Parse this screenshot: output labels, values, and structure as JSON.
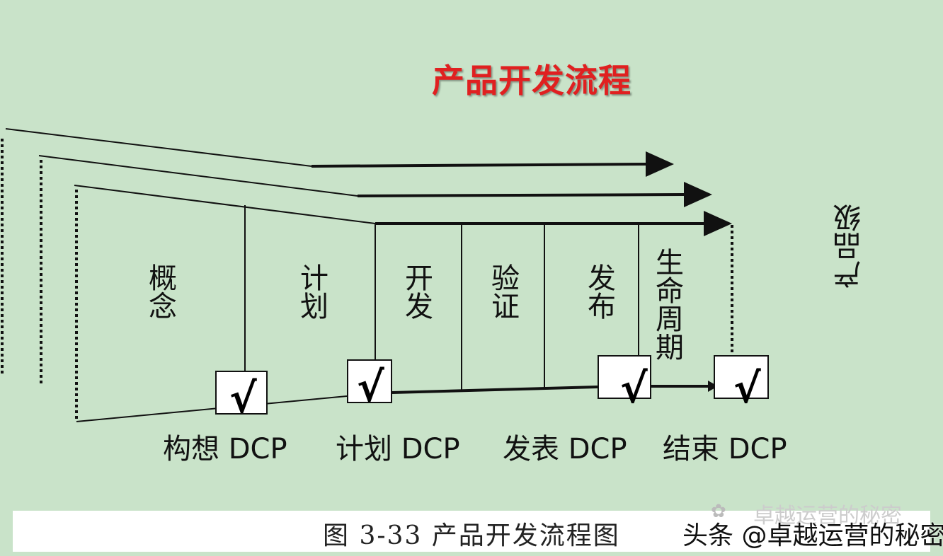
{
  "title": "产品开发流程",
  "phases": [
    "概念",
    "计划",
    "开发",
    "验证",
    "发布",
    "生命周期"
  ],
  "level_label": "产品级",
  "checkmark": "√",
  "dcps": [
    "构想 DCP",
    "计划 DCP",
    "发表 DCP",
    "结束 DCP"
  ],
  "caption": "图 3-33 产品开发流程图",
  "watermark": "头条 @卓越运营的秘密",
  "watermark_faint": "卓越运营的秘密",
  "watermark_icon": "wechat-icon",
  "colors": {
    "background": "#c9e3c9",
    "title": "#e02020",
    "line": "#111111"
  }
}
